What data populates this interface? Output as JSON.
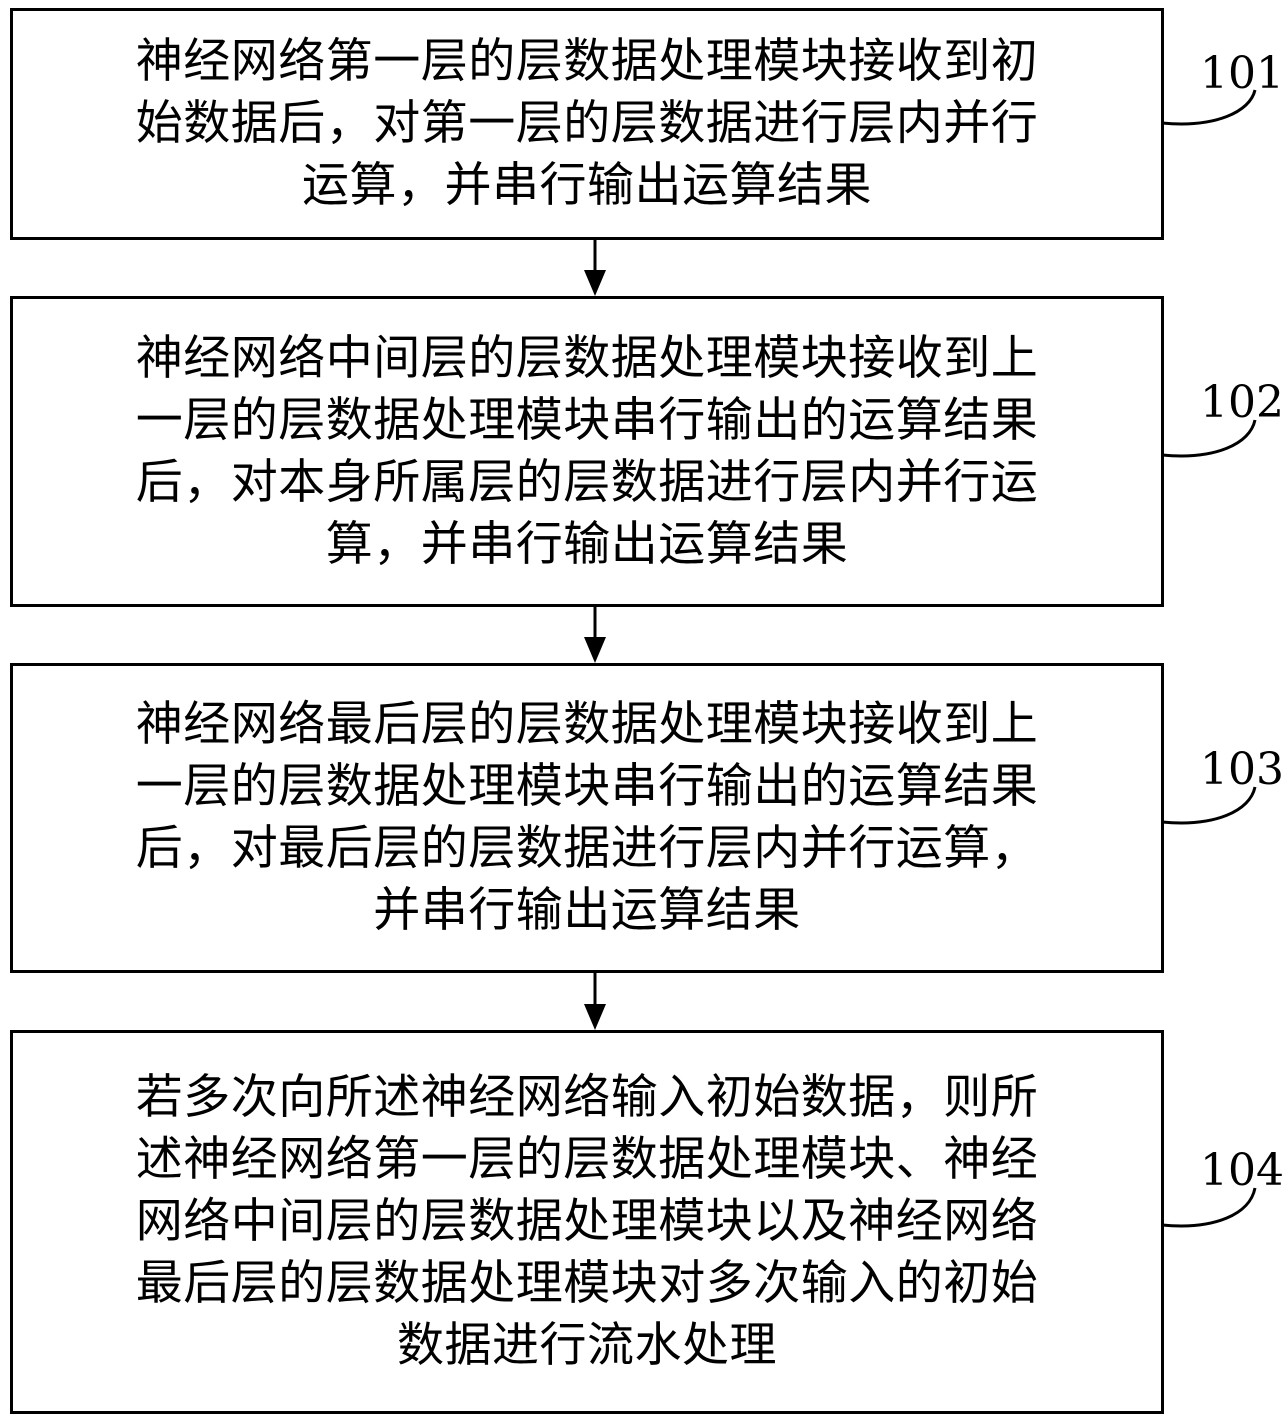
{
  "steps": [
    {
      "number": "101",
      "lines": [
        "神经网络第一层的层数据处理模块接收到初",
        "始数据后，对第一层的层数据进行层内并行",
        "运算，并串行输出运算结果"
      ]
    },
    {
      "number": "102",
      "lines": [
        "神经网络中间层的层数据处理模块接收到上",
        "一层的层数据处理模块串行输出的运算结果",
        "后，对本身所属层的层数据进行层内并行运",
        "算，并串行输出运算结果"
      ]
    },
    {
      "number": "103",
      "lines": [
        "神经网络最后层的层数据处理模块接收到上",
        "一层的层数据处理模块串行输出的运算结果",
        "后，对最后层的层数据进行层内并行运算，",
        "并串行输出运算结果"
      ]
    },
    {
      "number": "104",
      "lines": [
        "若多次向所述神经网络输入初始数据，则所",
        "述神经网络第一层的层数据处理模块、神经",
        "网络中间层的层数据处理模块以及神经网络",
        "最后层的层数据处理模块对多次输入的初始",
        "数据进行流水处理"
      ]
    }
  ]
}
